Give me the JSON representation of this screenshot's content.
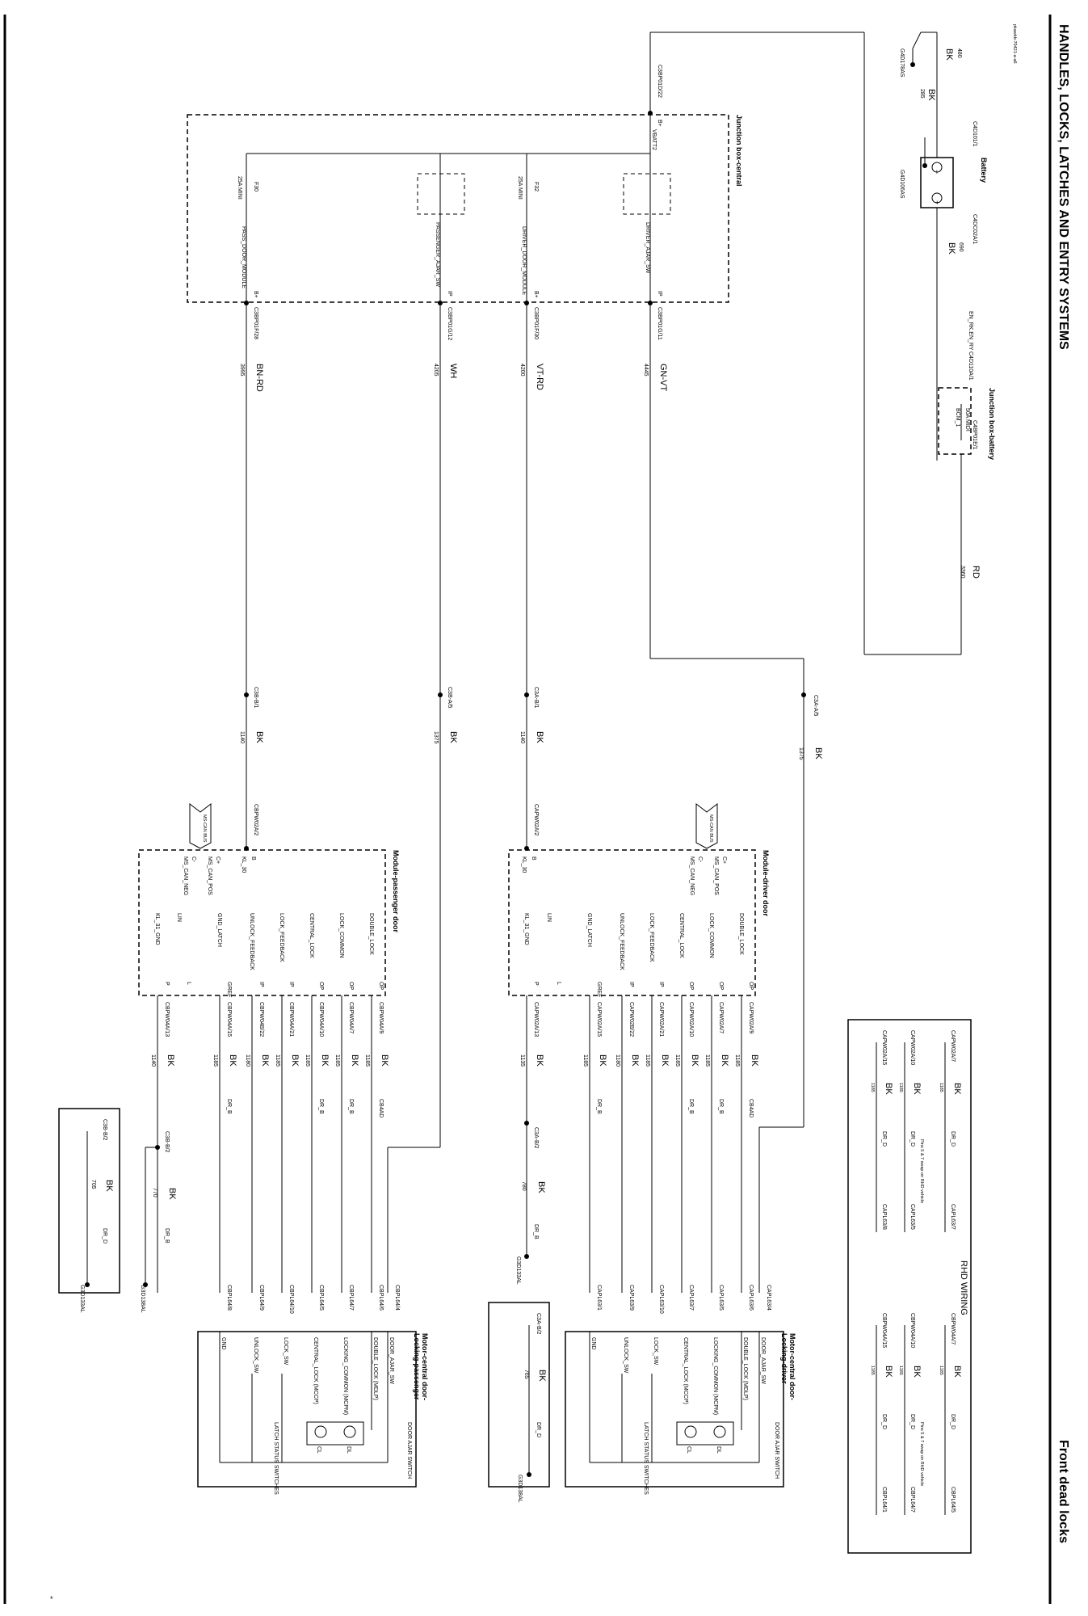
{
  "header": {
    "title": "HANDLES, LOCKS, LATCHES AND ENTRY SYSTEMS",
    "subtitle": "Front dead locks",
    "code": "pkawkb-70421-a-a6",
    "footnote": "*"
  },
  "top": {
    "bk480": "BK",
    "w480": "480",
    "bk285": "BK",
    "w285": "285",
    "g178": "G4D178AS",
    "g106": "G4D106AS",
    "c4d101": "C4D101/1",
    "c4dc02": "C4DC02A/1",
    "bk690": "BK",
    "w690": "690",
    "en_rk": "EN_RK.EN_RY",
    "c4d110": "C4D110A/1",
    "c3bp01d22": "C3BP01D/22",
    "bplus": "B+",
    "vbatt2": "VBATT2",
    "bk1375": "BK",
    "w1375": "1375",
    "c3aa5": "C3A-A/5",
    "rd": "RD",
    "w3360": "3360",
    "c4bp01": "C4BP01E/1"
  },
  "battery": {
    "title": "Battery",
    "minus": "−",
    "plus": "+"
  },
  "jbb": {
    "title": "Junction box-battery",
    "fuse": "50A MIDI",
    "out": "BCM_1"
  },
  "jbc": {
    "title": "Junction box-central",
    "branches": [
      {
        "fuse": "F30",
        "rating": "25A MINI",
        "name": "PASS_DOOR_MODULE",
        "pin": "B+",
        "conn": "C3BP01F/28",
        "color": "BN-RD",
        "num": "3995",
        "ab": "C3B-B/1"
      },
      {
        "fuse": "",
        "rating": "",
        "name": "PASSENGER_AJAR_SW",
        "pin": "IP",
        "conn": "C3BP01G/12",
        "color": "WH",
        "num": "4205",
        "ab": "C3B-A/5"
      },
      {
        "fuse": "F32",
        "rating": "25A MINI",
        "name": "DRIVER_DOOR_MODULE",
        "pin": "B+",
        "conn": "C3BP01F/30",
        "color": "VT-RD",
        "num": "4200",
        "ab": "C3A-B/1"
      },
      {
        "fuse": "",
        "rating": "",
        "name": "DRIVER_AJAR_SW",
        "pin": "IP",
        "conn": "C3BP01G/11",
        "color": "GN-VT",
        "num": "4445",
        "ab": ""
      }
    ]
  },
  "mid": {
    "passBk": "BK",
    "pass1140": "1140",
    "ajar1375": "1375",
    "ajarBk": "BK",
    "drvBk": "BK",
    "drv1140": "1140",
    "cbpw02a2": "CBPW02A/2",
    "capw02a2": "CAPW02A/2"
  },
  "modPass": {
    "title": "Module-passenger door",
    "can": "MS-CAN BUS",
    "bPin": "B",
    "kl30": "KL_30",
    "cplus": "C+",
    "canpos": "MS_CAN_POS",
    "cminus": "C-",
    "canneg": "MS_CAN_NEG",
    "pins": [
      {
        "sig": "DOUBLE_LOCK",
        "pin": "OP",
        "conn": "CBPW04A/9",
        "col": "BK",
        "num": "1185",
        "dr": "CB4AD"
      },
      {
        "sig": "LOCK_COMMON",
        "pin": "OP",
        "conn": "CBPW04A/7",
        "col": "BK",
        "num": "1185",
        "dr": "DR_B"
      },
      {
        "sig": "CENTRAL_LOCK",
        "pin": "OP",
        "conn": "CBPW04A/10",
        "col": "BK",
        "num": "1185",
        "dr": "DR_B"
      },
      {
        "sig": "LOCK_FEEDBACK",
        "pin": "IP",
        "conn": "CBPW04A/21",
        "col": "BK",
        "num": "1185",
        "dr": ""
      },
      {
        "sig": "UNLOCK_FEEDBACK",
        "pin": "IP",
        "conn": "CBPW04B/22",
        "col": "BK",
        "num": "1180",
        "dr": ""
      },
      {
        "sig": "GND_LATCH",
        "pin": "GREF",
        "conn": "CBPW04A/15",
        "col": "BK",
        "num": "1185",
        "dr": "DR_B"
      },
      {
        "sig": "LIN",
        "pin": "L",
        "conn": "",
        "col": "",
        "num": "",
        "dr": ""
      },
      {
        "sig": "KL_31_GND",
        "pin": "P",
        "conn": "CBPW04A/13",
        "col": "BK",
        "num": "1140",
        "dr": ""
      }
    ]
  },
  "modDrv": {
    "title": "Module-driver door",
    "can": "MS-CAN BUS",
    "bPin": "B",
    "kl30": "KL_30",
    "cplus": "C+",
    "canpos": "MS_CAN_POS",
    "cminus": "C-",
    "canneg": "MS_CAN_NEG",
    "pins": [
      {
        "sig": "DOUBLE_LOCK",
        "pin": "OP",
        "conn": "CAPW02A/9",
        "col": "BK",
        "num": "1185",
        "dr": "CB4AD"
      },
      {
        "sig": "LOCK_COMMON",
        "pin": "OP",
        "conn": "CAPW02A/7",
        "col": "BK",
        "num": "1185",
        "dr": "DR_B"
      },
      {
        "sig": "CENTRAL_LOCK",
        "pin": "OP",
        "conn": "CAPW02A/10",
        "col": "BK",
        "num": "1185",
        "dr": "DR_B"
      },
      {
        "sig": "LOCK_FEEDBACK",
        "pin": "IP",
        "conn": "CAPW02A/21",
        "col": "BK",
        "num": "1185",
        "dr": ""
      },
      {
        "sig": "UNLOCK_FEEDBACK",
        "pin": "IP",
        "conn": "CAPW02B/22",
        "col": "BK",
        "num": "1180",
        "dr": ""
      },
      {
        "sig": "GND_LATCH",
        "pin": "GREF",
        "conn": "CAPW02A/15",
        "col": "BK",
        "num": "1185",
        "dr": "DR_B"
      },
      {
        "sig": "LIN",
        "pin": "L",
        "conn": "",
        "col": "",
        "num": "",
        "dr": ""
      },
      {
        "sig": "KL_31_GND",
        "pin": "P",
        "conn": "CAPW02A/13",
        "col": "BK",
        "num": "1135",
        "dr": ""
      }
    ]
  },
  "groundsPass": {
    "c3bb2": "C3B-B/2",
    "bk770": "BK",
    "w770": "770",
    "drb": "DR_B",
    "g138": "G3D138AL",
    "box": {
      "c3bb2": "C3B-B/2",
      "bk": "BK",
      "w": "705",
      "dr": "DR_D",
      "g": "G3D133AL"
    }
  },
  "groundsDrv": {
    "c3ab2": "C3A-B/2",
    "bk780": "BK",
    "w780": "780",
    "drb": "DR_B",
    "g133": "G3D133AL",
    "box": {
      "c3ab2": "C3A-B/2",
      "bk": "BK",
      "w": "765",
      "dr": "DR_D",
      "g": "G3D138AL"
    }
  },
  "motorPass": {
    "title1": "Motor-central door-",
    "title2": "Locking-passenger",
    "conns": [
      "CBPL64/4",
      "CBPL64/6",
      "CBPL64/7",
      "CBPL64/5",
      "CBPL64/10",
      "CBPL64/9",
      "CBPL64/8"
    ],
    "sigs": [
      "DOOR_AJAR_SW",
      "DOUBLE_LOCK (MDLP)",
      "LOCKING_COMMON (MCPM)",
      "CENTRAL_LOCK (MCCP)",
      "LOCK_SW",
      "UNLOCK_SW",
      "GND"
    ],
    "ajar": "DOOR AJAR SWITCH",
    "latch": "LATCH STATUS SWITCHES",
    "cl": "CL",
    "dl": "DL"
  },
  "motorDrv": {
    "title1": "Motor-central door-",
    "title2": "Locking-driver",
    "conns": [
      "CAPL63/4",
      "CAPL63/6",
      "CAPL63/5",
      "CAPL63/7",
      "CAPL63/10",
      "CAPL63/9",
      "CAPL63/1"
    ],
    "sigs": [
      "DOOR_AJAR_SW",
      "DOUBLE_LOCK (MDLP)",
      "LOCKING_COMMON (MCPM)",
      "CENTRAL_LOCK (MCCP)",
      "LOCK_SW",
      "UNLOCK_SW",
      "GND"
    ],
    "ajar": "DOOR AJAR SWITCH",
    "latch": "LATCH STATUS SWITCHES",
    "cl": "CL",
    "dl": "DL"
  },
  "rhd": {
    "title": "RHD WIRING",
    "note": "Pins 5 & 7 swap on RHD vehicle",
    "left": [
      {
        "from": "CAPW02A/7",
        "col": "BK",
        "num": "1185",
        "dr": "DR_D",
        "to": "CAPL63/7"
      },
      {
        "from": "CAPW02A/10",
        "col": "BK",
        "num": "1185",
        "dr": "DR_D",
        "to": "CAPL63/5"
      },
      {
        "from": "CAPW02A/15",
        "col": "BK",
        "num": "1185",
        "dr": "DR_D",
        "to": "CAPL63/8"
      }
    ],
    "right": [
      {
        "from": "CBPW04A/7",
        "col": "BK",
        "num": "1185",
        "dr": "DR_D",
        "to": "CBPL64/5"
      },
      {
        "from": "CBPW04A/10",
        "col": "BK",
        "num": "1185",
        "dr": "DR_D",
        "to": "CBPL64/7"
      },
      {
        "from": "CBPW04A/15",
        "col": "BK",
        "num": "1185",
        "dr": "DR_D",
        "to": "CBPL64/1"
      }
    ]
  }
}
